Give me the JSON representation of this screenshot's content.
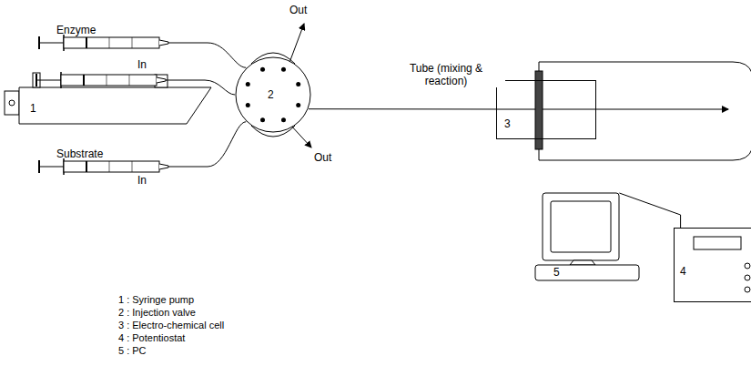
{
  "diagram": {
    "nodes": [
      {
        "text": [
          "Enzyme"
        ]
      },
      {
        "text": [
          "1"
        ]
      },
      {
        "text": [
          "Substrate"
        ]
      },
      {
        "text": [
          "2"
        ]
      },
      {
        "text": [
          "3"
        ]
      },
      {
        "text": [
          "5"
        ]
      },
      {
        "text": [
          "4"
        ]
      }
    ],
    "edges": [
      {
        "from": 0,
        "to": 3,
        "label": "In",
        "arrow": "none"
      },
      {
        "from": 1,
        "to": 3,
        "arrow": "none"
      },
      {
        "from": 2,
        "to": 3,
        "label": "In",
        "arrow": "none"
      },
      {
        "from": 3,
        "to": 4,
        "label": "Tube (mixing & reaction)",
        "arrow": "none"
      },
      {
        "from": 5,
        "to": 6,
        "arrow": "none"
      }
    ],
    "labels": [
      "Out",
      "Out",
      "1 : Syringe pump",
      "2 : Injection valve",
      "3 : Electro-chemical cell",
      "4 : Potentiostat",
      "5 : PC"
    ]
  }
}
